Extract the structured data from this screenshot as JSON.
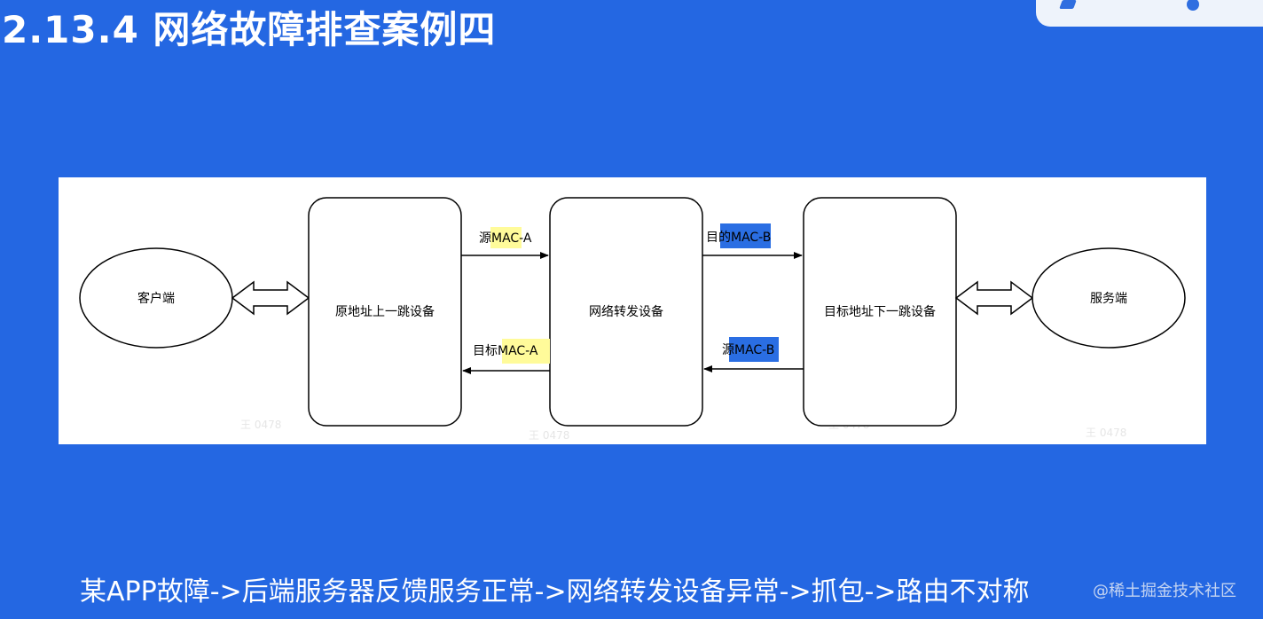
{
  "slide": {
    "title": "2.13.4 网络故障排查案例四",
    "footer": "某APP故障->后端服务器反馈服务正常->网络转发设备异常->抓包->路由不对称",
    "watermark": "@稀土掘金技术社区"
  },
  "diagram": {
    "nodes": {
      "client": "客户端",
      "prev_hop": "原地址上一跳设备",
      "forwarder": "网络转发设备",
      "next_hop": "目标地址下一跳设备",
      "server": "服务端"
    },
    "labels": {
      "src_mac_a": "源MAC-A",
      "dst_mac_b": "目的MAC-B",
      "dst_mac_a": "目标MAC-A",
      "src_mac_b": "源MAC-B"
    },
    "colors": {
      "highlight_yellow": "#fffb9a",
      "highlight_blue": "#2a6ee3"
    }
  }
}
